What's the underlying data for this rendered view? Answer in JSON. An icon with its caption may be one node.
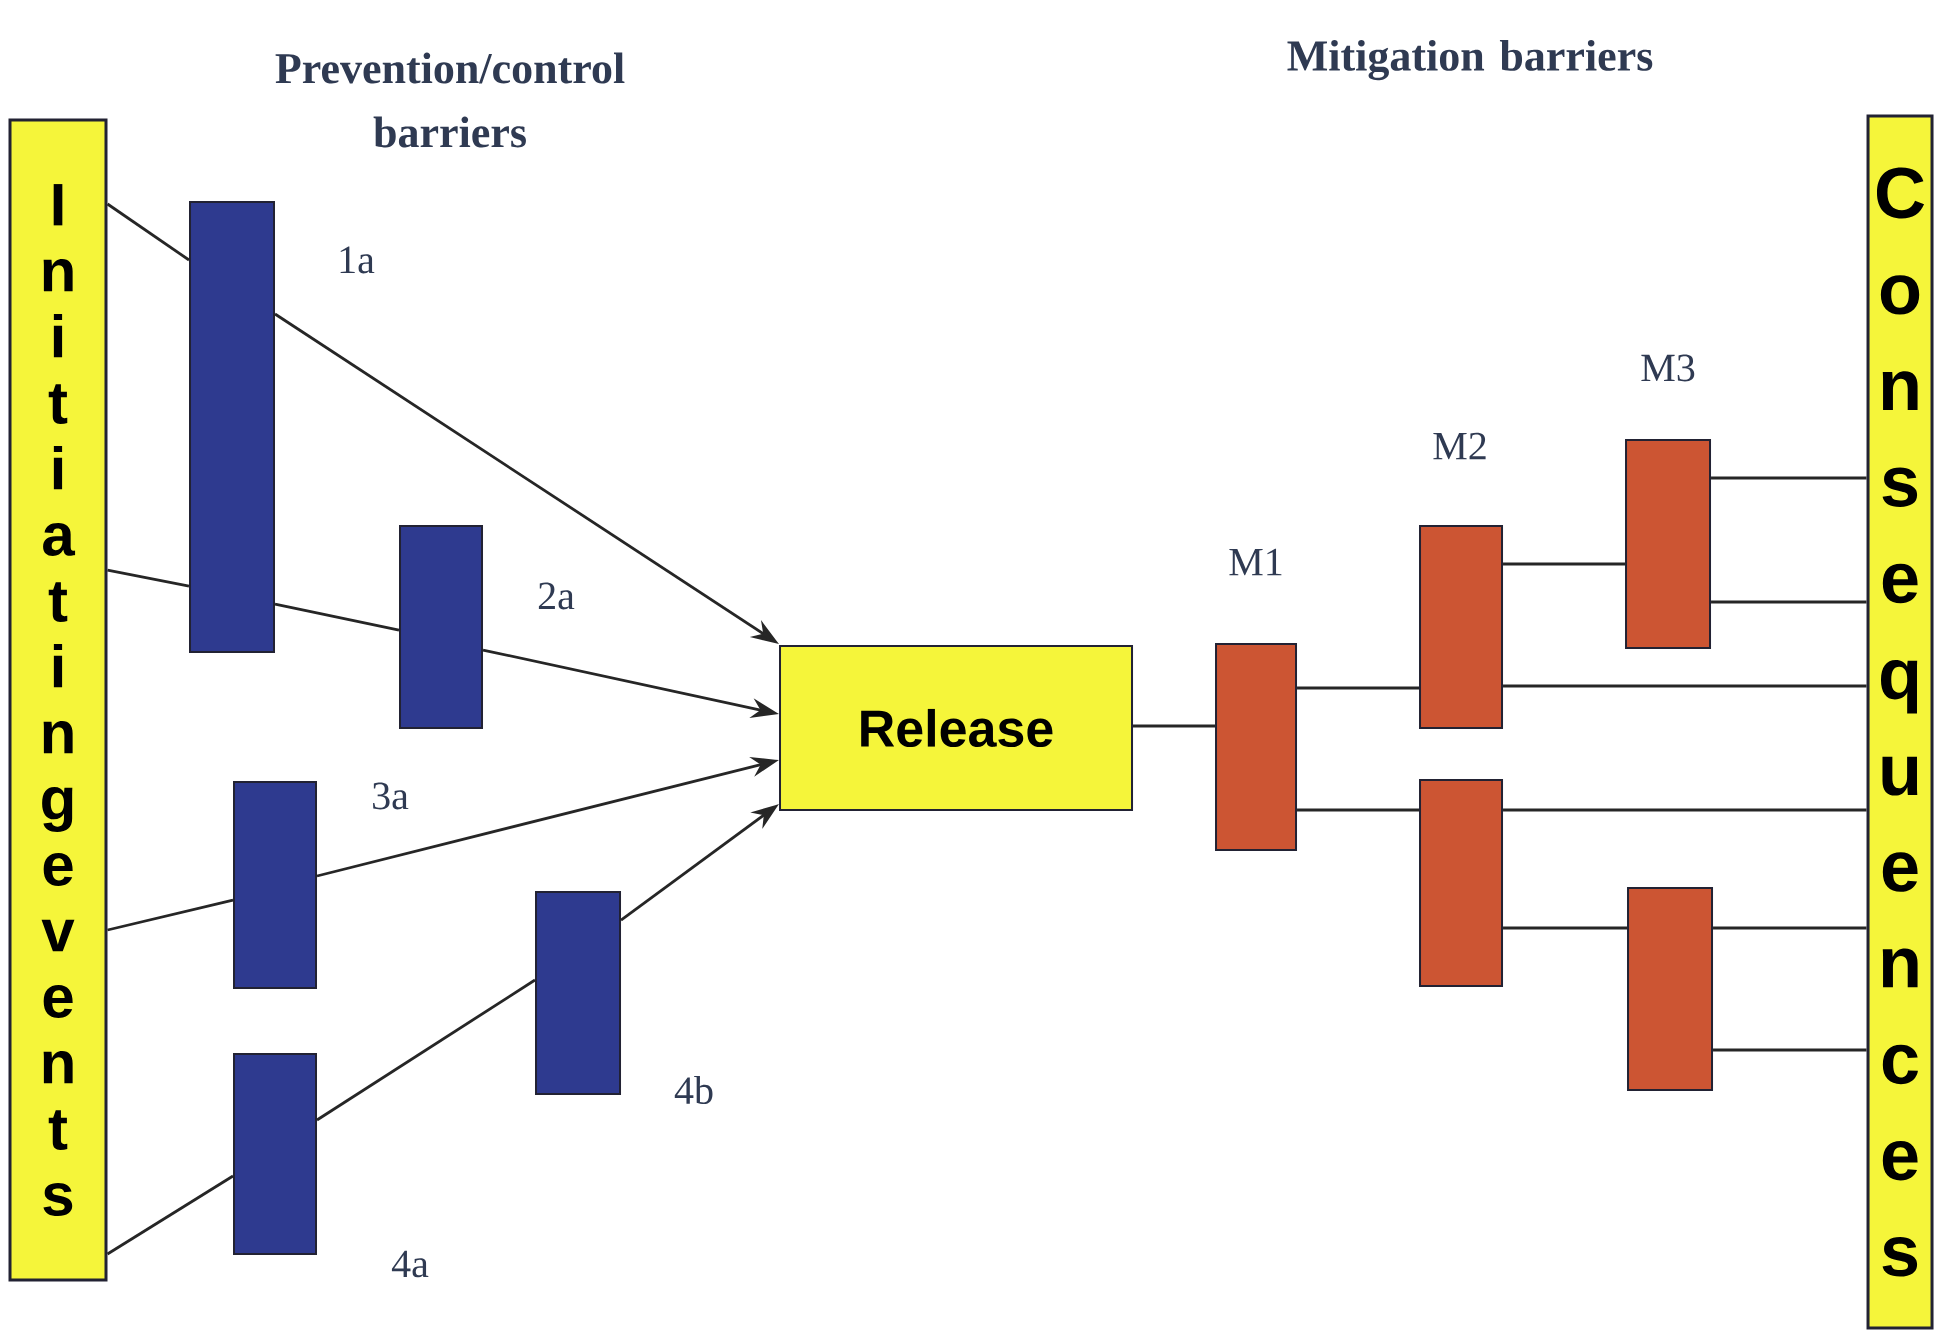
{
  "diagram": {
    "nodes": [
      {
        "text": [
          "Initiating events"
        ]
      },
      {
        "text": [],
        "shape": "bar",
        "beside": [
          "1a"
        ]
      },
      {
        "text": [],
        "shape": "bar",
        "beside": [
          "2a"
        ]
      },
      {
        "text": [],
        "shape": "bar",
        "beside": [
          "3a"
        ]
      },
      {
        "text": [],
        "shape": "bar",
        "beside": [
          "4a"
        ]
      },
      {
        "text": [],
        "shape": "bar",
        "beside": [
          "4b"
        ]
      },
      {
        "text": [
          "Release"
        ]
      },
      {
        "text": [],
        "shape": "bar",
        "beside": [
          "M1"
        ]
      },
      {
        "text": [],
        "shape": "bar",
        "beside": [
          "M2"
        ]
      },
      {
        "text": [],
        "shape": "bar"
      },
      {
        "text": [],
        "shape": "bar",
        "beside": [
          "M3"
        ]
      },
      {
        "text": [],
        "shape": "bar"
      },
      {
        "text": [
          "Consequences"
        ]
      }
    ],
    "edges": [
      {
        "from": 0,
        "to": 1,
        "arrow": "none"
      },
      {
        "from": 1,
        "to": 6,
        "arrow": "to"
      },
      {
        "from": 0,
        "to": 1,
        "arrow": "none"
      },
      {
        "from": 1,
        "to": 2,
        "arrow": "none"
      },
      {
        "from": 2,
        "to": 6,
        "arrow": "to"
      },
      {
        "from": 0,
        "to": 3,
        "arrow": "none"
      },
      {
        "from": 3,
        "to": 6,
        "arrow": "to"
      },
      {
        "from": 0,
        "to": 4,
        "arrow": "none"
      },
      {
        "from": 4,
        "to": 5,
        "arrow": "none"
      },
      {
        "from": 5,
        "to": 6,
        "arrow": "to"
      },
      {
        "from": 6,
        "to": 7,
        "arrow": "none"
      },
      {
        "from": 7,
        "to": 8,
        "arrow": "none"
      },
      {
        "from": 7,
        "to": 9,
        "arrow": "none"
      },
      {
        "from": 8,
        "to": 10,
        "arrow": "none"
      },
      {
        "from": 8,
        "to": 12,
        "arrow": "none"
      },
      {
        "from": 9,
        "to": 12,
        "arrow": "none"
      },
      {
        "from": 9,
        "to": 11,
        "arrow": "none"
      },
      {
        "from": 10,
        "to": 12,
        "arrow": "none"
      },
      {
        "from": 10,
        "to": 12,
        "arrow": "none"
      },
      {
        "from": 11,
        "to": 12,
        "arrow": "none"
      },
      {
        "from": 11,
        "to": 12,
        "arrow": "none"
      }
    ],
    "labels": [
      "Prevention/control barriers",
      "Mitigation barriers"
    ]
  }
}
